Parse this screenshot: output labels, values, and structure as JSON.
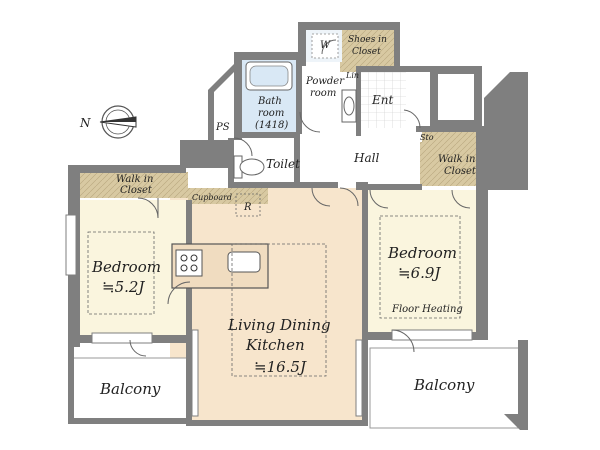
{
  "rooms": {
    "bedroom_left": {
      "name": "Bedroom",
      "size": "≒5.2J"
    },
    "bedroom_right": {
      "name": "Bedroom",
      "size": "≒6.9J",
      "feature": "Floor Heating"
    },
    "ldk": {
      "line1": "Living Dining",
      "line2": "Kitchen",
      "size": "≒16.5J"
    },
    "hall": "Hall",
    "toilet": "Toilet",
    "bath": {
      "line1": "Bath",
      "line2": "room",
      "line3": "(1418)"
    },
    "powder": {
      "line1": "Powder",
      "line2": "room"
    },
    "entrance": "Ent",
    "ps": "PS",
    "cupboard": "Cupboard",
    "refrigerator": "R",
    "walkin_left": {
      "line1": "Walk in",
      "line2": "Closet"
    },
    "walkin_right": {
      "line1": "Walk in",
      "line2": "Closet"
    },
    "shoes_closet": {
      "line1": "Shoes in",
      "line2": "Closet"
    },
    "washer": "W",
    "linen": "Lin",
    "storage": "Sto",
    "balcony_left": "Balcony",
    "balcony_right": "Balcony"
  },
  "compass": {
    "label": "N"
  },
  "colors": {
    "wall": "#7f7f7f",
    "ldk_floor": "#f7e5cc",
    "bedroom_floor": "#faf5de",
    "bath_floor": "#d9e8f5",
    "closet_floor": "#d8c9a2",
    "entrance_tile": "#ffffff"
  }
}
